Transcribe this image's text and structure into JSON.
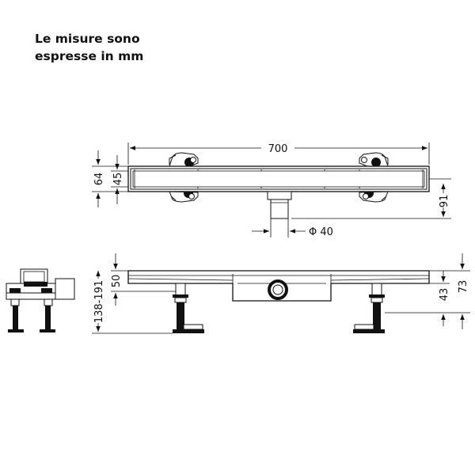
{
  "note": {
    "line1": "Le misure sono",
    "line2": "espresse in mm"
  },
  "dimensions": {
    "length": "700",
    "height_frame": "64",
    "height_channel": "45",
    "height_total_right": "91",
    "outlet_diameter": "Φ 40",
    "side_height_range": "138-191",
    "side_top": "50",
    "side_right_43": "43",
    "side_right_73": "73"
  }
}
